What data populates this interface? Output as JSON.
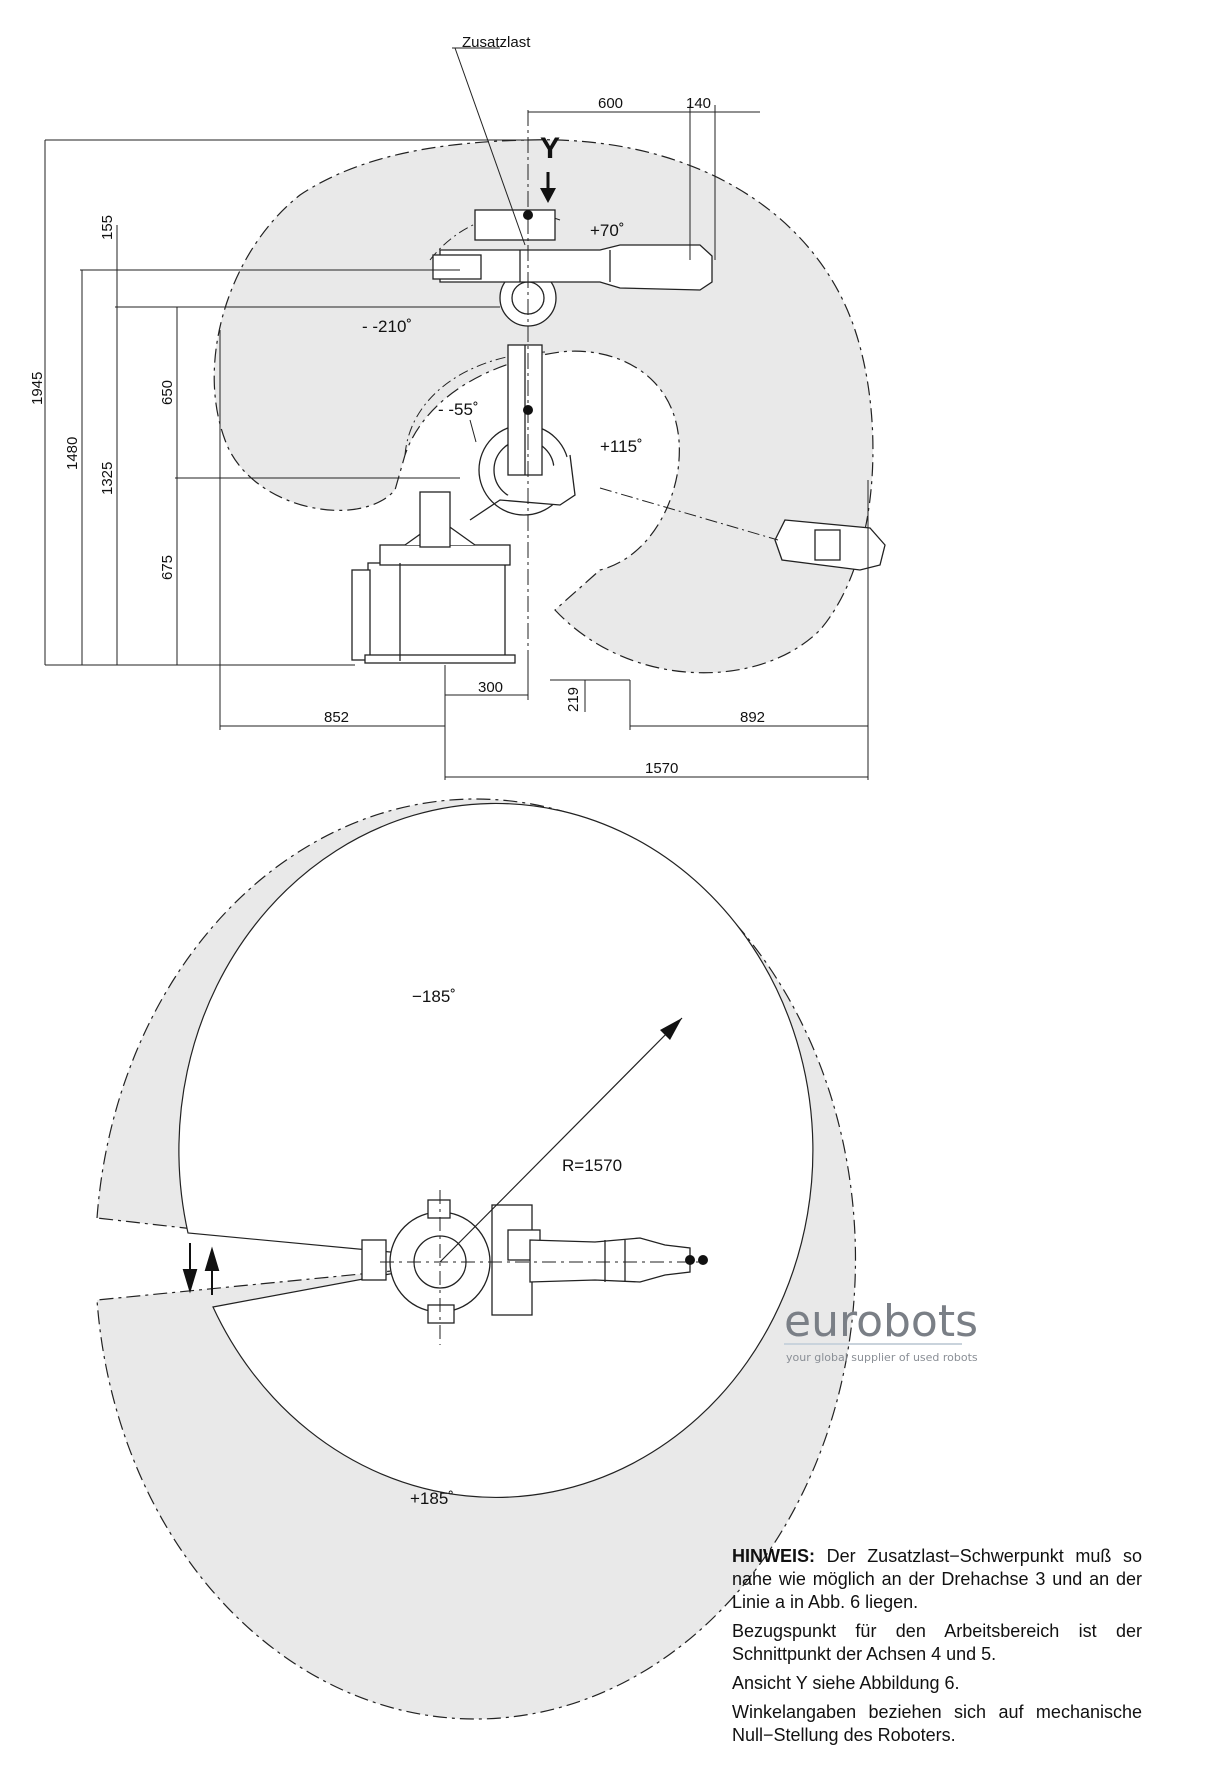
{
  "side_view": {
    "load_label": "Zusatzlast",
    "view_label": "Y",
    "top_dims": [
      "600",
      "140"
    ],
    "left_dims": [
      "1945",
      "1480",
      "1325",
      "155",
      "650",
      "675"
    ],
    "bottom_dims": [
      "852",
      "300",
      "219",
      "892",
      "1570"
    ],
    "angles": {
      "a3_plus": "+70˚",
      "a3_minus": "- -210˚",
      "a2_minus": "- -55˚",
      "a2_plus": "+115˚"
    }
  },
  "top_view": {
    "angle_minus": "−185˚",
    "angle_plus": "+185˚",
    "radius": "R=1570"
  },
  "brand": {
    "name": "eurobots",
    "tagline": "your global supplier of used robots",
    "color": "#7a7f86"
  },
  "note": {
    "lead": "HINWEIS:",
    "p1": "Der Zusatzlast−Schwerpunkt muß so nahe wie möglich an der Drehachse 3 und an der Linie a in Abb. 6 liegen.",
    "p2": "Bezugspunkt für den Arbeitsbereich ist der Schnittpunkt der Achsen 4 und 5.",
    "p3": "Ansicht Y siehe Abbildung 6.",
    "p4": "Winkelangaben beziehen sich auf mechanische Null−Stellung des Roboters."
  },
  "colors": {
    "envelope_fill": "#e9e9e9",
    "line": "#222222"
  }
}
